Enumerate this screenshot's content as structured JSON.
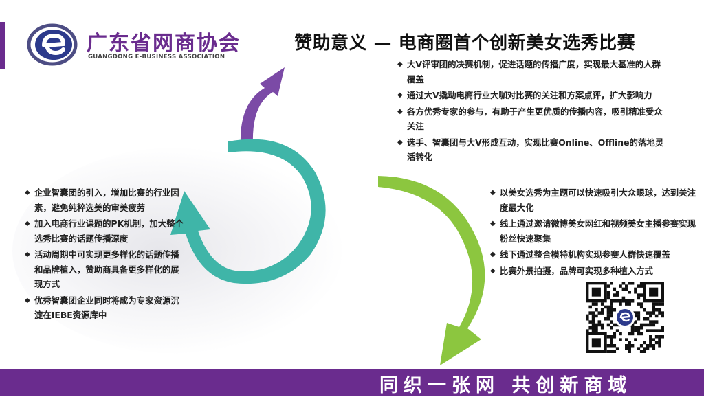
{
  "header": {
    "logo_cn": "广东省网商协会",
    "logo_en": "GUANGDONG E-BUSINESS ASSOCIATION",
    "title": "赞助意义 — 电商圈首个创新美女选秀比赛"
  },
  "top_list": [
    "大V评审团的决赛机制，促进话题的传播广度，实现最大基准的人群覆盖",
    "通过大V撬动电商行业大咖对比赛的关注和方案点评，扩大影响力",
    "各方优秀专家的参与，有助于产生更优质的传播内容，吸引精准受众关注",
    "选手、智囊团与大V形成互动，实现比赛Online、Offline的落地灵活转化"
  ],
  "left_list": [
    "企业智囊团的引入，增加比赛的行业因素，避免纯粹选美的审美疲劳",
    "加入电商行业课题的PK机制，加大整个选秀比赛的话题传播深度",
    "活动周期中可实现更多样化的话题传播和品牌植入，赞助商具备更多样化的展现方式",
    "优秀智囊团企业同时将成为专家资源沉淀在IEBE资源库中"
  ],
  "right_list": [
    "以美女选秀为主题可以快速吸引大众眼球，达到关注度最大化",
    "线上通过邀请微博美女网红和视频美女主播参赛实现粉丝快速聚集",
    "线下通过整合模特机构实现参赛人群快速覆盖",
    "比赛外景拍摄，品牌可实现多种植入方式"
  ],
  "bullet_symbol": "◆",
  "footer": {
    "slogan": "同织一张网 共创新商域"
  },
  "colors": {
    "brand_purple": "#6a2c8e",
    "arrow_purple": "#7b4aa6",
    "arrow_teal": "#3fb5a8",
    "arrow_green": "#8cc63f"
  }
}
